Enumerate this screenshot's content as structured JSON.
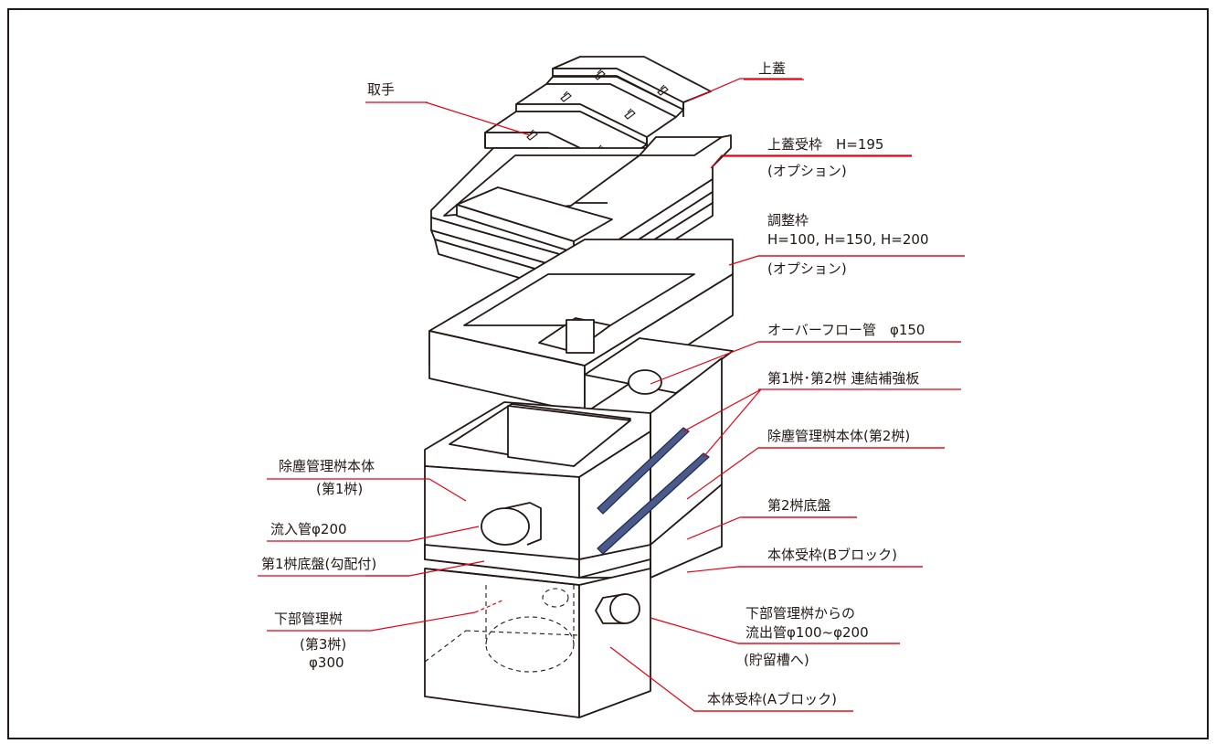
{
  "labels": {
    "top_lid": "上蓋",
    "handle": "取手",
    "lid_frame": "上蓋受枠　H=195",
    "lid_frame_option": "(オプション)",
    "adjust_frame": "調整枠",
    "adjust_frame_heights": "H=100, H=150, H=200",
    "adjust_frame_option": "(オプション)",
    "overflow_pipe": "オーバーフロー管　φ150",
    "reinforcement_plate": "第1桝･第2桝 連結補強板",
    "body_second": "除塵管理桝本体(第2桝)",
    "body_first_line1": "除塵管理桝本体",
    "body_first_line2": "(第1桝)",
    "second_base": "第2桝底盤",
    "inlet_pipe": "流入管φ200",
    "body_frame_b": "本体受枠(Bブロック)",
    "first_base": "第1桝底盤(勾配付)",
    "lower_pit_line1": "下部管理桝",
    "lower_pit_line2": "(第3桝)",
    "lower_pit_line3": "φ300",
    "outlet_line1": "下部管理桝からの",
    "outlet_line2": "流出管φ100~φ200",
    "outlet_line3": "(貯留槽へ)",
    "body_frame_a": "本体受枠(Aブロック)"
  },
  "colors": {
    "leader": "#e60012",
    "outline": "#231815",
    "plate": "#4a5a8a"
  }
}
